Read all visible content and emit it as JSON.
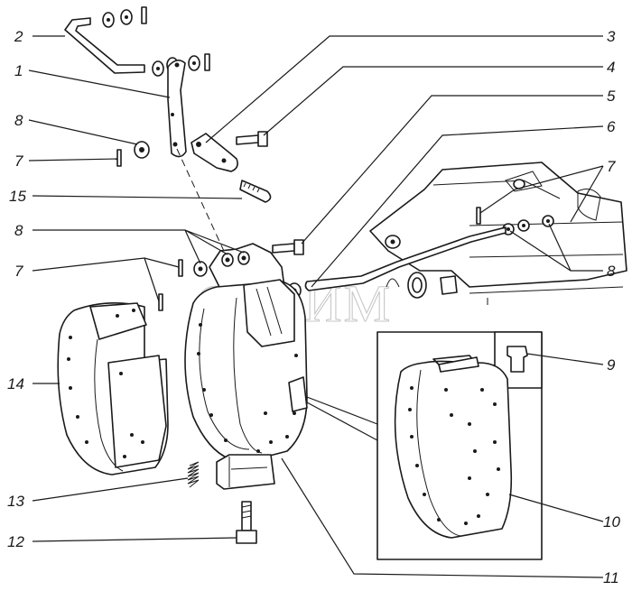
{
  "callouts": {
    "c1": "1",
    "c2": "2",
    "c3": "3",
    "c4": "4",
    "c5": "5",
    "c6": "6",
    "c7a": "7",
    "c7b": "7",
    "c7c": "7",
    "c8a": "8",
    "c8b": "8",
    "c8c": "8",
    "c9": "9",
    "c10": "10",
    "c11": "11",
    "c12": "12",
    "c13": "13",
    "c14": "14",
    "c15": "15"
  },
  "watermark": "СЕЛИМ"
}
